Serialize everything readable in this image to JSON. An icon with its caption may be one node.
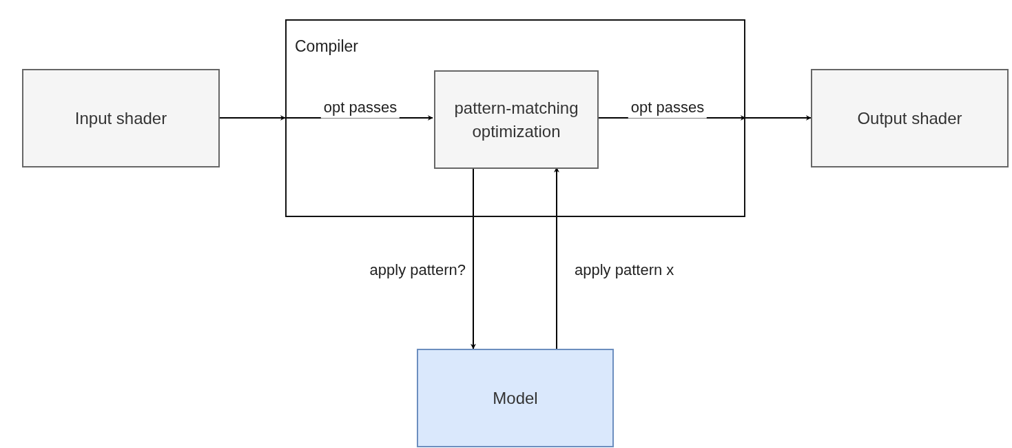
{
  "diagram": {
    "nodes": [
      {
        "text": [
          "Input shader"
        ]
      },
      {
        "text": [
          "Compiler"
        ]
      },
      {
        "text": [
          "pattern-matching optimization"
        ],
        "in": 1
      },
      {
        "text": [
          "Output shader"
        ]
      },
      {
        "text": [
          "Model"
        ]
      }
    ],
    "edges": [
      {
        "from": 0,
        "to": 1,
        "arrow": "to"
      },
      {
        "from": 1,
        "to": 2,
        "arrow": "to",
        "label": "opt passes"
      },
      {
        "from": 2,
        "to": 1,
        "arrow": "to",
        "label": "opt passes"
      },
      {
        "from": 1,
        "to": 3,
        "arrow": "to"
      },
      {
        "from": 2,
        "to": 4,
        "arrow": "to",
        "label": "apply pattern?"
      },
      {
        "from": 4,
        "to": 2,
        "arrow": "to",
        "label": "apply pattern x"
      }
    ]
  }
}
